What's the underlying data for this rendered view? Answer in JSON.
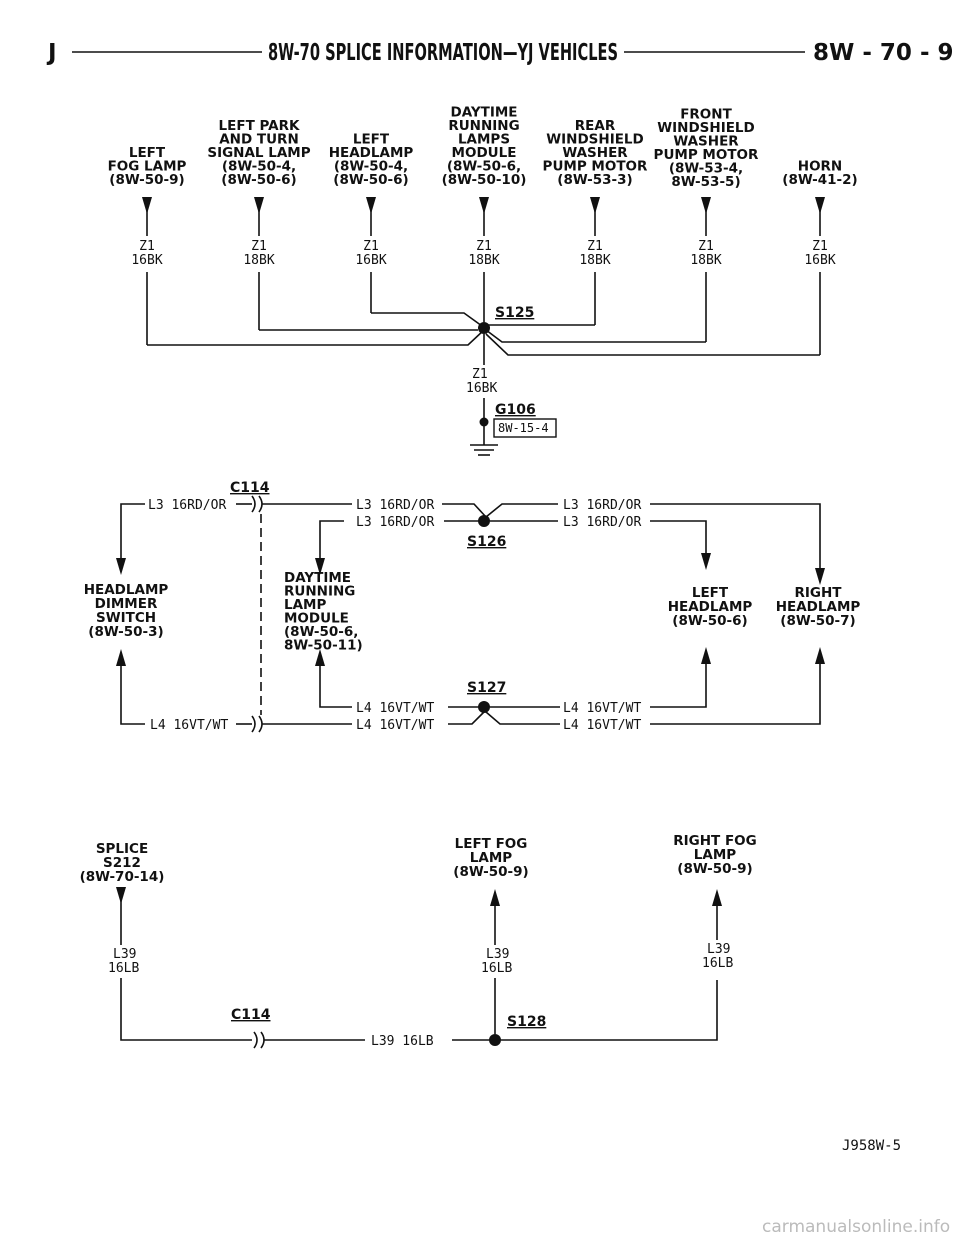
{
  "header": {
    "left": "J",
    "title": "8W-70 SPLICE INFORMATION—YJ VEHICLES",
    "page": "8W - 70 - 9"
  },
  "s125": {
    "components": [
      {
        "lines": [
          "LEFT",
          "FOG LAMP",
          "(8W-50-9)"
        ],
        "wire": "Z1",
        "gauge": "16BK"
      },
      {
        "lines": [
          "LEFT PARK",
          "AND TURN",
          "SIGNAL LAMP",
          "(8W-50-4,",
          "(8W-50-6)"
        ],
        "wire": "Z1",
        "gauge": "18BK"
      },
      {
        "lines": [
          "LEFT",
          "HEADLAMP",
          "(8W-50-4,",
          "(8W-50-6)"
        ],
        "wire": "Z1",
        "gauge": "16BK"
      },
      {
        "lines": [
          "DAYTIME",
          "RUNNING",
          "LAMPS",
          "MODULE",
          "(8W-50-6,",
          "(8W-50-10)"
        ],
        "wire": "Z1",
        "gauge": "18BK"
      },
      {
        "lines": [
          "REAR",
          "WINDSHIELD",
          "WASHER",
          "PUMP MOTOR",
          "(8W-53-3)"
        ],
        "wire": "Z1",
        "gauge": "18BK"
      },
      {
        "lines": [
          "FRONT",
          "WINDSHIELD",
          "WASHER",
          "PUMP MOTOR",
          "(8W-53-4,",
          "8W-53-5)"
        ],
        "wire": "Z1",
        "gauge": "18BK"
      },
      {
        "lines": [
          "HORN",
          "(8W-41-2)"
        ],
        "wire": "Z1",
        "gauge": "16BK"
      }
    ],
    "splice": "S125",
    "out_wire": "Z1",
    "out_gauge": "16BK",
    "ground": "G106",
    "ground_ref": "8W-15-4"
  },
  "s126_s127": {
    "connector": "C114",
    "l3_left": "L3 16RD/OR",
    "l3_mid_upper": "L3 16RD/OR",
    "l3_mid_lower": "L3 16RD/OR",
    "l3_right_upper": "L3 16RD/OR",
    "l3_right_lower": "L3 16RD/OR",
    "splice_upper": "S126",
    "headlamp_dimmer": [
      "HEADLAMP",
      "DIMMER",
      "SWITCH",
      "(8W-50-3)"
    ],
    "drl_module": [
      "DAYTIME",
      "RUNNING",
      "LAMP",
      "MODULE",
      "(8W-50-6,",
      "8W-50-11)"
    ],
    "left_headlamp": [
      "LEFT",
      "HEADLAMP",
      "(8W-50-6)"
    ],
    "right_headlamp": [
      "RIGHT",
      "HEADLAMP",
      "(8W-50-7)"
    ],
    "splice_lower": "S127",
    "l4_mid_upper": "L4 16VT/WT",
    "l4_mid_lower": "L4 16VT/WT",
    "l4_left": "L4 16VT/WT",
    "l4_right_upper": "L4 16VT/WT",
    "l4_right_lower": "L4 16VT/WT"
  },
  "s128": {
    "splice_ref": [
      "SPLICE",
      "S212",
      "(8W-70-14)"
    ],
    "left_fog": [
      "LEFT FOG",
      "LAMP",
      "(8W-50-9)"
    ],
    "right_fog": [
      "RIGHT FOG",
      "LAMP",
      "(8W-50-9)"
    ],
    "wire": "L39",
    "gauge": "16LB",
    "wire_mid": "L39",
    "gauge_mid": "16LB",
    "wire_right": "L39",
    "gauge_right": "16LB",
    "connector": "C114",
    "bottom_wire": "L39 16LB",
    "splice": "S128"
  },
  "figure_id": "J958W-5",
  "watermark": "carmanualsonline.info"
}
